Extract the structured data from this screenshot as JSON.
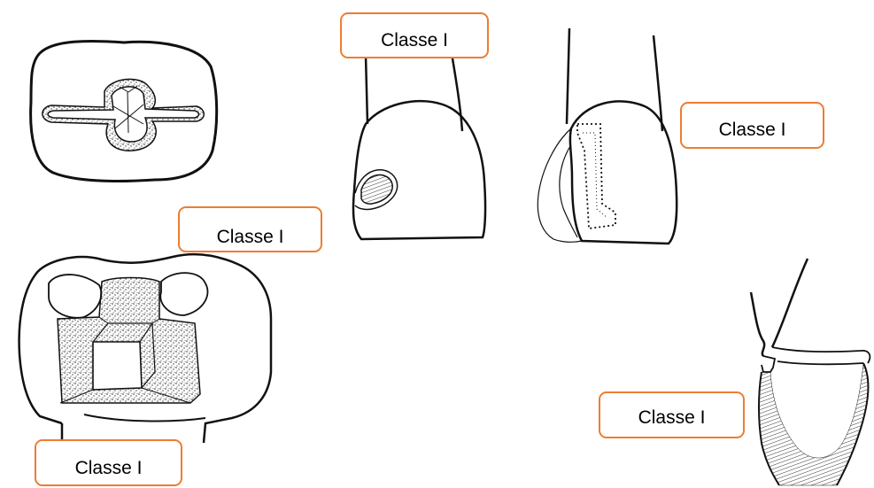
{
  "labels": [
    "Classe I",
    "Classe I",
    "Classe I",
    "Classe I",
    "Classe I"
  ],
  "colors": {
    "label_border": "#ED7D31",
    "line": "#111111",
    "background": "#ffffff"
  },
  "drawings": [
    "occlusal-view-tooth-icon",
    "incisor-profile-tooth-icon",
    "incisor-proximal-tooth-icon",
    "molar-preparation-tooth-icon",
    "cervical-profile-tooth-icon"
  ]
}
